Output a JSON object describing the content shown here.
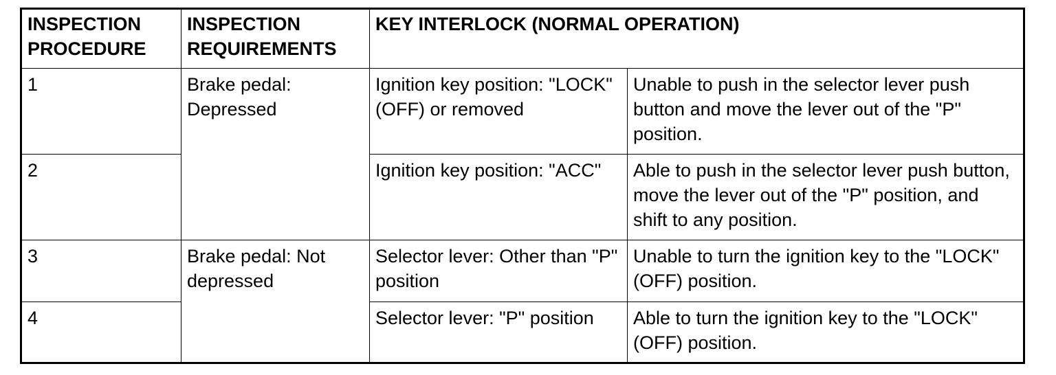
{
  "table": {
    "headers": {
      "procedure": "INSPECTION PROCEDURE",
      "requirements": "INSPECTION REQUIREMENTS",
      "interlock": "KEY INTERLOCK (NORMAL OPERATION)"
    },
    "rows": [
      {
        "procedure": "1",
        "requirement": "Brake pedal: Depressed",
        "condition": "Ignition key position: \"LOCK\" (OFF) or removed",
        "result": "Unable to push in the selector lever push button and move the lever out of the \"P\" position."
      },
      {
        "procedure": "2",
        "condition": "Ignition key position: \"ACC\"",
        "result": "Able to push in the selector lever push button, move the lever out of the \"P\" position, and shift to any position."
      },
      {
        "procedure": "3",
        "requirement": "Brake pedal: Not depressed",
        "condition": "Selector lever: Other than \"P\" position",
        "result": "Unable to turn the ignition key to the \"LOCK\" (OFF) position."
      },
      {
        "procedure": "4",
        "condition": "Selector lever: \"P\" position",
        "result": "Able to turn the ignition key to the \"LOCK\" (OFF) position."
      }
    ]
  }
}
